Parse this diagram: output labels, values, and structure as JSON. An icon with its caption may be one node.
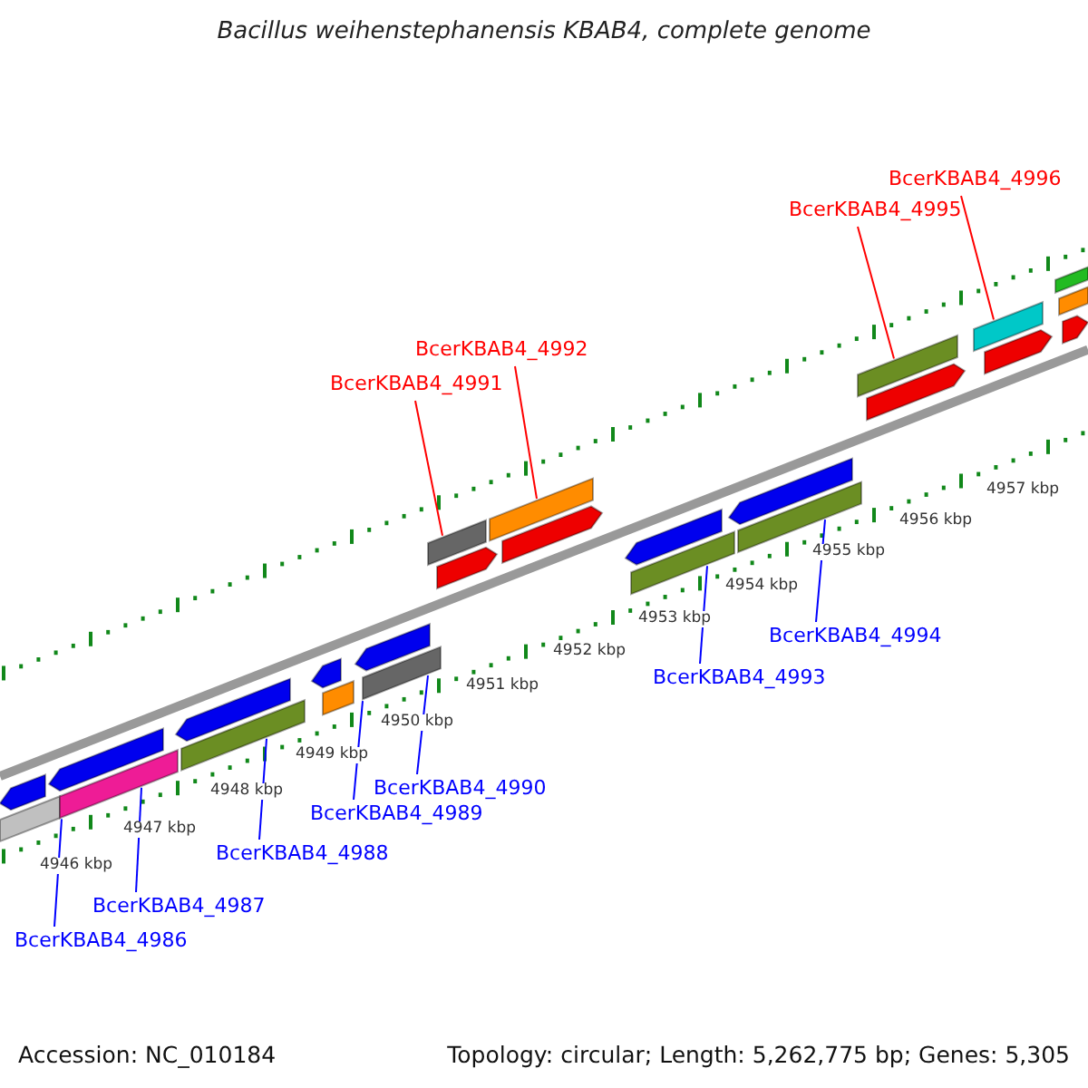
{
  "diagram": {
    "title": "Bacillus weihenstephanensis KBAB4, complete genome",
    "nodes": [
      {
        "text": [
          "BcerKBAB4_4986"
        ]
      },
      {
        "text": [
          "BcerKBAB4_4987"
        ]
      },
      {
        "text": [
          "BcerKBAB4_4988"
        ]
      },
      {
        "text": [
          "BcerKBAB4_4989"
        ]
      },
      {
        "text": [
          "BcerKBAB4_4990"
        ]
      },
      {
        "text": [
          "BcerKBAB4_4991"
        ]
      },
      {
        "text": [
          "BcerKBAB4_4992"
        ]
      },
      {
        "text": [
          "BcerKBAB4_4993"
        ]
      },
      {
        "text": [
          "BcerKBAB4_4994"
        ]
      },
      {
        "text": [
          "BcerKBAB4_4995"
        ]
      },
      {
        "text": [
          "BcerKBAB4_4996"
        ]
      },
      {
        "text": [],
        "shape": "arrow"
      },
      {
        "text": [],
        "shape": "arrow"
      },
      {
        "text": [],
        "shape": "bar"
      },
      {
        "text": [],
        "shape": "bar"
      },
      {
        "text": [],
        "shape": "arrow"
      },
      {
        "text": [],
        "shape": "bar"
      },
      {
        "text": [],
        "shape": "arrow"
      },
      {
        "text": [],
        "shape": "bar"
      },
      {
        "text": [],
        "shape": "arrow"
      },
      {
        "text": [],
        "shape": "bar"
      },
      {
        "text": [],
        "shape": "bar"
      },
      {
        "text": [],
        "shape": "bar"
      },
      {
        "text": [],
        "shape": "arrow"
      },
      {
        "text": [],
        "shape": "arrow"
      },
      {
        "text": [],
        "shape": "arrow"
      },
      {
        "text": [],
        "shape": "bar"
      },
      {
        "text": [],
        "shape": "arrow"
      },
      {
        "text": [],
        "shape": "bar"
      },
      {
        "text": [],
        "shape": "bar"
      },
      {
        "text": [],
        "shape": "arrow"
      },
      {
        "text": [],
        "shape": "bar"
      },
      {
        "text": [],
        "shape": "arrow"
      },
      {
        "text": [],
        "shape": "bar"
      },
      {
        "text": [],
        "shape": "bar"
      },
      {
        "text": [],
        "shape": "arrow"
      }
    ],
    "edges": [
      {
        "from": 0,
        "to": 13,
        "arrow": "none",
        "color": "#0000ff"
      },
      {
        "from": 1,
        "to": 14,
        "arrow": "none",
        "color": "#0000ff"
      },
      {
        "from": 2,
        "to": 16,
        "arrow": "none",
        "color": "#0000ff"
      },
      {
        "from": 3,
        "to": 18,
        "arrow": "none",
        "color": "#0000ff"
      },
      {
        "from": 4,
        "to": 20,
        "arrow": "none",
        "color": "#0000ff"
      },
      {
        "from": 5,
        "to": 21,
        "arrow": "none",
        "color": "#ff0000"
      },
      {
        "from": 6,
        "to": 22,
        "arrow": "none",
        "color": "#ff0000"
      },
      {
        "from": 7,
        "to": 26,
        "arrow": "none",
        "color": "#0000ff"
      },
      {
        "from": 8,
        "to": 28,
        "arrow": "none",
        "color": "#0000ff"
      },
      {
        "from": 9,
        "to": 29,
        "arrow": "none",
        "color": "#ff0000"
      },
      {
        "from": 10,
        "to": 31,
        "arrow": "none",
        "color": "#ff0000"
      }
    ],
    "labels": [
      "4946 kbp",
      "4947 kbp",
      "4948 kbp",
      "4949 kbp",
      "4950 kbp",
      "4951 kbp",
      "4952 kbp",
      "4953 kbp",
      "4954 kbp",
      "4955 kbp",
      "4956 kbp",
      "4957 kbp",
      "Accession: NC_010184",
      "Topology: circular; Length: 5,262,775 bp; Genes: 5,305"
    ]
  }
}
